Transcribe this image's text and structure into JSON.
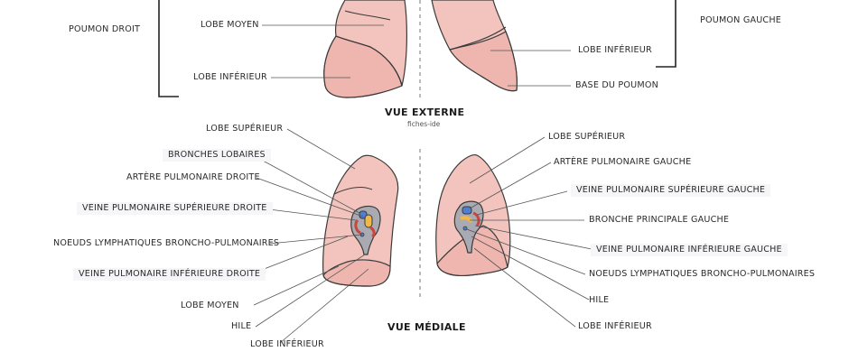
{
  "external": {
    "title": "VUE EXTERNE",
    "credit": "fiches-ide",
    "left_group": "POUMON DROIT",
    "right_group": "POUMON GAUCHE",
    "labels": {
      "lobe_moyen": "LOBE MOYEN",
      "lobe_inferieur_droit": "LOBE INFÉRIEUR",
      "lobe_inferieur_gauche": "LOBE INFÉRIEUR",
      "base_du_poumon": "BASE DU POUMON"
    }
  },
  "medial": {
    "title": "VUE MÉDIALE",
    "left_labels": {
      "lobe_superieur": "LOBE SUPÉRIEUR",
      "bronches_lobaires": "BRONCHES  LOBAIRES",
      "artere_pulmonaire_droite": "ARTÈRE PULMONAIRE DROITE",
      "veine_pulmonaire_superieure_droite": "VEINE PULMONAIRE SUPÉRIEURE DROITE",
      "noeuds_lymphatiques": "NOEUDS LYMPHATIQUES BRONCHO-PULMONAIRES",
      "veine_pulmonaire_inferieure_droite": "VEINE PULMONAIRE INFÉRIEURE DROITE",
      "lobe_moyen": "LOBE MOYEN",
      "hile": "HILE",
      "lobe_inferieur": "LOBE INFÉRIEUR"
    },
    "right_labels": {
      "lobe_superieur": "LOBE SUPÉRIEUR",
      "artere_pulmonaire_gauche": "ARTÈRE PULMONAIRE GAUCHE",
      "veine_pulmonaire_superieure_gauche": "VEINE PULMONAIRE SUPÉRIEURE GAUCHE",
      "bronche_principale_gauche": "BRONCHE  PRINCIPALE GAUCHE",
      "veine_pulmonaire_inferieure_gauche": "VEINE PULMONAIRE INFÉRIEURE GAUCHE",
      "noeuds_lymphatiques": "NOEUDS LYMPHATIQUES BRONCHO-PULMONAIRES",
      "hile": "HILE",
      "lobe_inferieur": "LOBE INFÉRIEUR"
    }
  },
  "colors": {
    "lung_fill": "#f3c4bd",
    "lung_fill_light": "#f6d3cd",
    "outline": "#3a3a3a",
    "hilum_grey": "#a9aab2",
    "artery_blue": "#4f7fd1",
    "vein_red": "#c8463b",
    "bronchus_yellow": "#f0b84a",
    "leader_line": "#555555"
  }
}
